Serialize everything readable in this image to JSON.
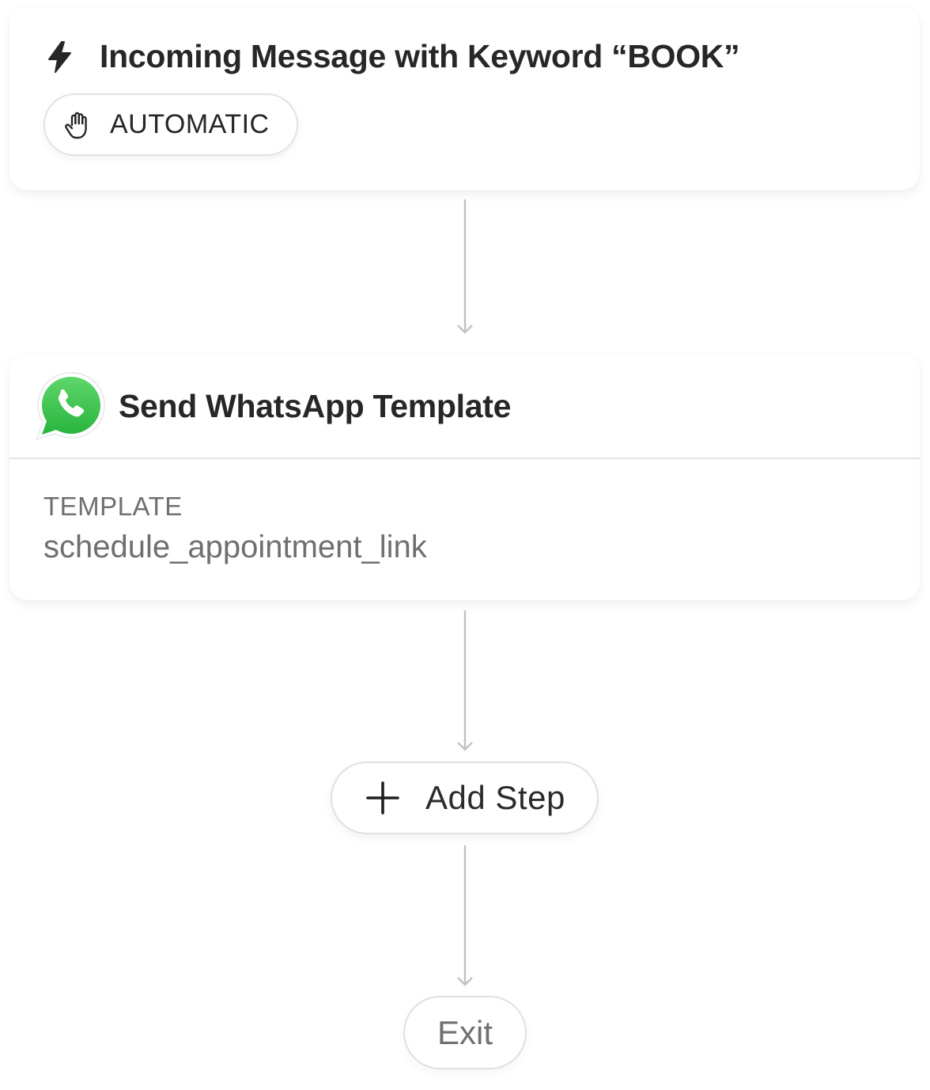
{
  "trigger": {
    "title": "Incoming Message with Keyword “BOOK”",
    "icon": "bolt-icon",
    "mode": {
      "icon": "hand-icon",
      "label": "AUTOMATIC"
    }
  },
  "action": {
    "icon": "whatsapp-icon",
    "title": "Send WhatsApp Template",
    "field_label": "TEMPLATE",
    "field_value": "schedule_appointment_link"
  },
  "add_step": {
    "icon": "plus-icon",
    "label": "Add Step"
  },
  "exit": {
    "label": "Exit"
  },
  "colors": {
    "whatsapp_green": "#2fb84a",
    "connector": "#c2c2c2",
    "border": "#e0e0e0",
    "text_primary": "#272727",
    "text_secondary": "#707070"
  }
}
